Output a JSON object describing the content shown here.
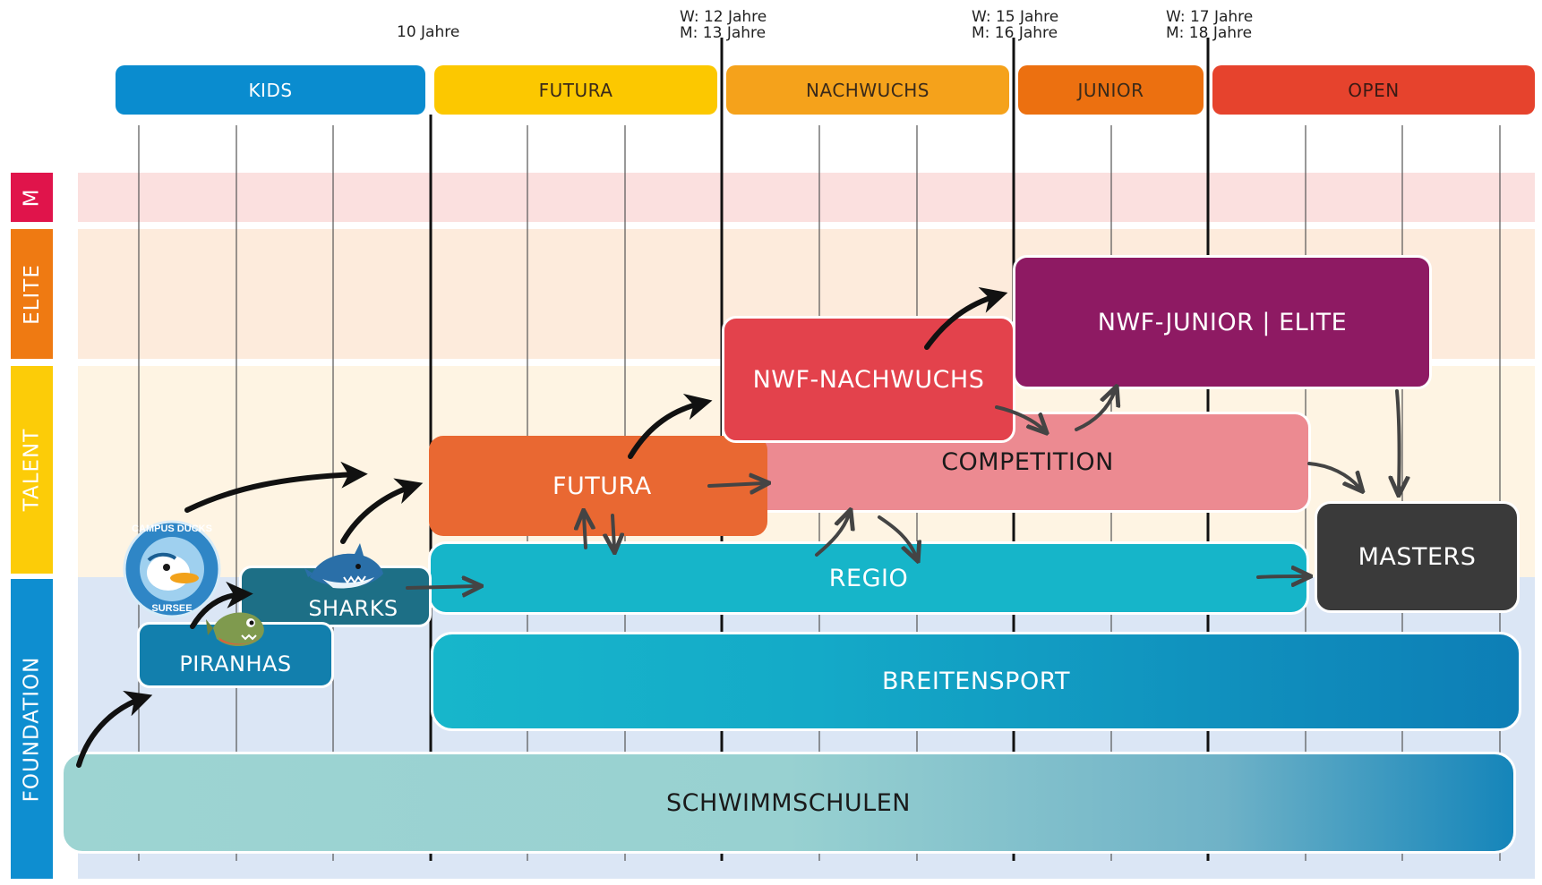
{
  "age_markers": {
    "kids_futura": "10 Jahre",
    "futura_nachwuchs": "W: 12 Jahre\nM: 13 Jahre",
    "nachwuchs_junior": "W: 15 Jahre\nM: 16 Jahre",
    "junior_open": "W: 17 Jahre\nM: 18 Jahre"
  },
  "phases": [
    {
      "label": "KIDS",
      "color": "#0a8ccf"
    },
    {
      "label": "FUTURA",
      "color": "#fcc800"
    },
    {
      "label": "NACHWUCHS",
      "color": "#f5a21b"
    },
    {
      "label": "JUNIOR",
      "color": "#ec7010"
    },
    {
      "label": "OPEN",
      "color": "#e6432d"
    }
  ],
  "levels": [
    {
      "label": "M",
      "color": "#e0144b",
      "band": "#fbe0df"
    },
    {
      "label": "ELITE",
      "color": "#ef7a12",
      "band": "#fdebdc"
    },
    {
      "label": "TALENT",
      "color": "#fccc08",
      "band": "#fef4e3"
    },
    {
      "label": "FOUNDATION",
      "color": "#0e8ed0",
      "band": "#dbe6f5"
    }
  ],
  "groups": {
    "nwf_junior_elite": "NWF-JUNIOR | ELITE",
    "nwf_nachwuchs": "NWF-NACHWUCHS",
    "competition": "COMPETITION",
    "futura": "FUTURA",
    "regio": "REGIO",
    "masters": "MASTERS",
    "sharks": "SHARKS",
    "piranhas": "PIRANHAS",
    "breitensport": "BREITENSPORT",
    "schwimmschulen": "SCHWIMMSCHULEN"
  },
  "logo": {
    "text_top": "CAMPUS DUCKS",
    "text_bottom": "SURSEE",
    "icon": "duck-logo-icon"
  },
  "icons": {
    "shark": "shark-icon",
    "piranha": "piranha-icon"
  },
  "colors": {
    "nwf_junior_elite": "#8e1a63",
    "nwf_nachwuchs": "#e3424c",
    "competition": "#ec8a91",
    "futura": "#e96832",
    "regio": "#16b5c9",
    "masters": "#3a3a3a",
    "sharks": "#1d6f86",
    "piranhas": "#127fad"
  }
}
